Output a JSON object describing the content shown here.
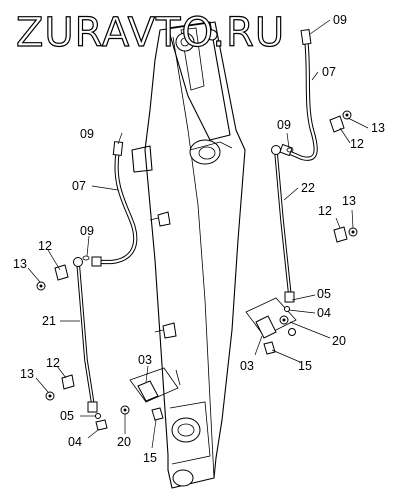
{
  "watermark": "ZURAVTO.RU",
  "callouts": [
    {
      "id": "c-09-a",
      "text": "09"
    },
    {
      "id": "c-07-a",
      "text": "07"
    },
    {
      "id": "c-13-a",
      "text": "13"
    },
    {
      "id": "c-12-a",
      "text": "12"
    },
    {
      "id": "c-09-b",
      "text": "09"
    },
    {
      "id": "c-22",
      "text": "22"
    },
    {
      "id": "c-12-b",
      "text": "12"
    },
    {
      "id": "c-13-b",
      "text": "13"
    },
    {
      "id": "c-05-a",
      "text": "05"
    },
    {
      "id": "c-04-a",
      "text": "04"
    },
    {
      "id": "c-20-a",
      "text": "20"
    },
    {
      "id": "c-03-a",
      "text": "03"
    },
    {
      "id": "c-15-a",
      "text": "15"
    },
    {
      "id": "c-09-c",
      "text": "09"
    },
    {
      "id": "c-07-b",
      "text": "07"
    },
    {
      "id": "c-09-d",
      "text": "09"
    },
    {
      "id": "c-12-c",
      "text": "12"
    },
    {
      "id": "c-13-c",
      "text": "13"
    },
    {
      "id": "c-21",
      "text": "21"
    },
    {
      "id": "c-12-d",
      "text": "12"
    },
    {
      "id": "c-13-d",
      "text": "13"
    },
    {
      "id": "c-03-b",
      "text": "03"
    },
    {
      "id": "c-05-b",
      "text": "05"
    },
    {
      "id": "c-04-b",
      "text": "04"
    },
    {
      "id": "c-20-b",
      "text": "20"
    },
    {
      "id": "c-15-b",
      "text": "15"
    }
  ]
}
